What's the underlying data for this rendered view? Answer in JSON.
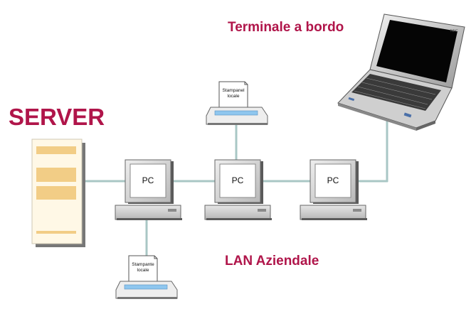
{
  "diagram": {
    "server_label": "SERVER",
    "terminal_label": "Terminale a bordo",
    "lan_label": "LAN Aziendale",
    "pcs": [
      {
        "label": "PC"
      },
      {
        "label": "PC"
      },
      {
        "label": "PC"
      }
    ],
    "printers": [
      {
        "label_line1": "Stampanel",
        "label_line2": "locale"
      },
      {
        "label_line1": "Stampante",
        "label_line2": "locale"
      }
    ],
    "laptop_brand": "NEC",
    "colors": {
      "label": "#b0154a",
      "cable": "#a9c7c5",
      "server_body": "#fff8e6",
      "server_panel": "#f2cd86",
      "monitor": "#d0d0d0",
      "laptop_screen": "#050505"
    }
  }
}
